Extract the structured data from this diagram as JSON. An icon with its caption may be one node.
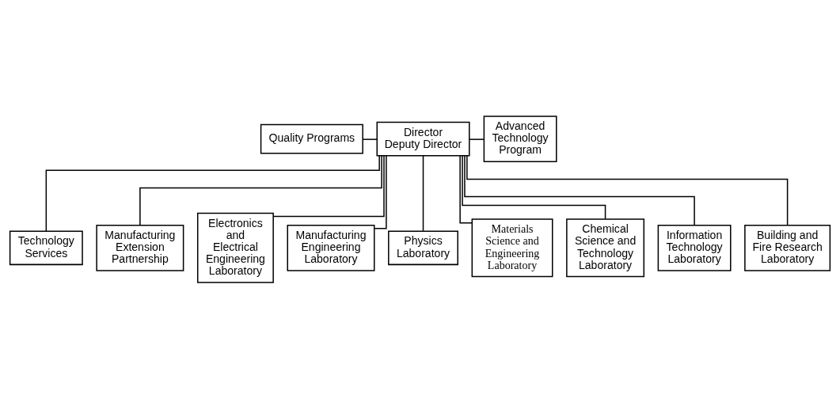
{
  "diagram": {
    "nodes": [
      {
        "text": [
          "Quality Programs"
        ]
      },
      {
        "text": [
          "Director",
          "Deputy Director"
        ]
      },
      {
        "text": [
          "Advanced Technology Program"
        ]
      },
      {
        "text": [
          "Technology Services"
        ]
      },
      {
        "text": [
          "Manufacturing Extension Partnership"
        ]
      },
      {
        "text": [
          "Electronics and Electrical Engineering Laboratory"
        ]
      },
      {
        "text": [
          "Manufacturing Engineering Laboratory"
        ]
      },
      {
        "text": [
          "Physics Laboratory"
        ]
      },
      {
        "text": [
          "Materials Science and Engineering Laboratory"
        ]
      },
      {
        "text": [
          "Chemical Science and Technology Laboratory"
        ]
      },
      {
        "text": [
          "Information Technology Laboratory"
        ]
      },
      {
        "text": [
          "Building and Fire Research Laboratory"
        ]
      }
    ],
    "edges": [
      {
        "from": 0,
        "to": 1,
        "arrow": "none"
      },
      {
        "from": 1,
        "to": 2,
        "arrow": "none"
      },
      {
        "from": 1,
        "to": 3,
        "arrow": "none"
      },
      {
        "from": 1,
        "to": 4,
        "arrow": "none"
      },
      {
        "from": 1,
        "to": 5,
        "arrow": "none"
      },
      {
        "from": 1,
        "to": 6,
        "arrow": "none"
      },
      {
        "from": 1,
        "to": 7,
        "arrow": "none"
      },
      {
        "from": 1,
        "to": 8,
        "arrow": "none"
      },
      {
        "from": 1,
        "to": 9,
        "arrow": "none"
      },
      {
        "from": 1,
        "to": 10,
        "arrow": "none"
      },
      {
        "from": 1,
        "to": 11,
        "arrow": "none"
      }
    ]
  }
}
